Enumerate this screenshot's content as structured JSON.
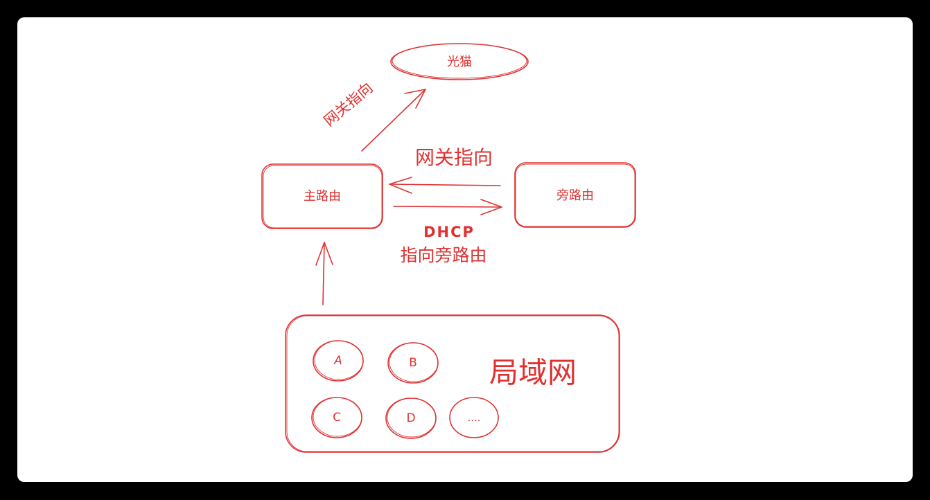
{
  "colors": {
    "stroke": "#e03131",
    "background": "#000000",
    "card": "#ffffff"
  },
  "nodes": {
    "modem": {
      "label": "光猫",
      "shape": "ellipse"
    },
    "main_router": {
      "label": "主路由",
      "shape": "rounded-rect"
    },
    "side_router": {
      "label": "旁路由",
      "shape": "rounded-rect"
    },
    "lan": {
      "label": "局域网",
      "shape": "rounded-rect"
    },
    "devices": [
      {
        "label": "A"
      },
      {
        "label": "B"
      },
      {
        "label": "C"
      },
      {
        "label": "D"
      },
      {
        "label": "...."
      }
    ]
  },
  "edges": {
    "main_to_modem": {
      "label": "网关指向"
    },
    "side_to_main": {
      "label": "网关指向"
    },
    "main_to_side": {
      "label_line1": "DHCP",
      "label_line2": "指向旁路由"
    },
    "lan_to_main": {
      "label": ""
    }
  }
}
